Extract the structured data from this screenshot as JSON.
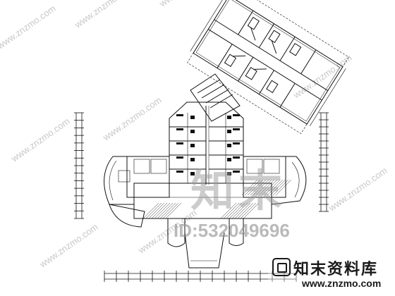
{
  "drawing": {
    "line_color": "#111111",
    "hatch_color": "#333333",
    "room_label_color": "#222222"
  },
  "watermarks": {
    "diagonal_text": "www.znzmo.com",
    "big_logo_text": "知末",
    "id_text": "ID:532049696",
    "color": "#c8c8c8"
  },
  "brand": {
    "name": "知末资料库",
    "url": "www.znzmo.com",
    "logo_icon": "znzmo-logo-icon"
  }
}
